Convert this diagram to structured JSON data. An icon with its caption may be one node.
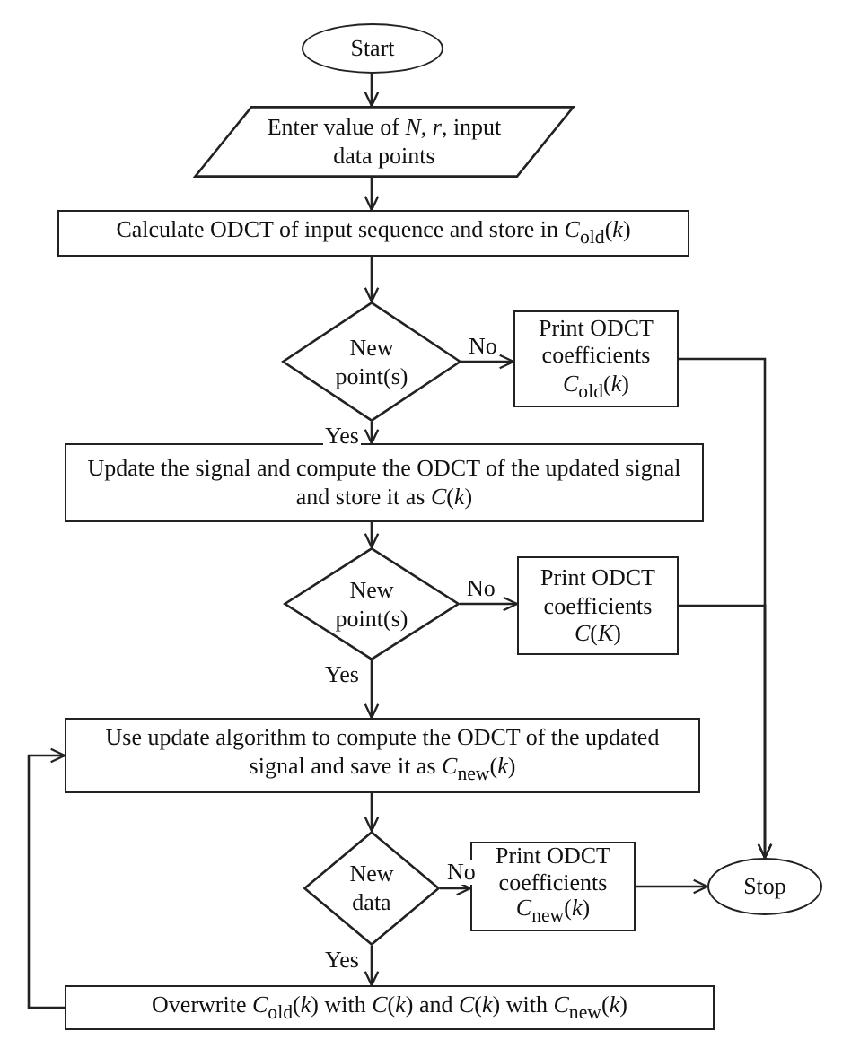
{
  "diagram": {
    "nodes": [
      {
        "text": [
          "Start"
        ]
      },
      {
        "text": [
          "Enter value of *N*, *r*, input data points"
        ]
      },
      {
        "text": [
          "Calculate ODCT of input sequence and store in *C*$_{old}$(*k*)"
        ]
      },
      {
        "text": [
          "New point(s)"
        ]
      },
      {
        "text": [
          "Print ODCT coefficients *C*$_{old}$(*k*)"
        ]
      },
      {
        "text": [
          "Update the signal and compute the ODCT of the updated signal and store it as *C*(*k*)"
        ]
      },
      {
        "text": [
          "New point(s)"
        ]
      },
      {
        "text": [
          "Print ODCT coefficients *C*(*K*)"
        ]
      },
      {
        "text": [
          "Use update algorithm to compute the ODCT of the updated signal and save it as *C*$_{new}$(*k*)"
        ]
      },
      {
        "text": [
          "New data"
        ]
      },
      {
        "text": [
          "Print ODCT coefficients *C*$_{new}$(*k*)"
        ]
      },
      {
        "text": [
          "Stop"
        ]
      },
      {
        "text": [
          "Overwrite *C*$_{old}$(*k*) with *C*(*k*) and *C*(*k*) with *C*$_{new}$(*k*)"
        ]
      }
    ],
    "edges": [
      {
        "from": 0,
        "to": 1,
        "arrow": "to"
      },
      {
        "from": 1,
        "to": 2,
        "arrow": "to"
      },
      {
        "from": 2,
        "to": 3,
        "arrow": "to"
      },
      {
        "from": 3,
        "to": 4,
        "arrow": "to",
        "label": "No"
      },
      {
        "from": 3,
        "to": 5,
        "arrow": "to",
        "label": "Yes"
      },
      {
        "from": 4,
        "to": 11,
        "arrow": "to"
      },
      {
        "from": 5,
        "to": 6,
        "arrow": "to"
      },
      {
        "from": 6,
        "to": 7,
        "arrow": "to",
        "label": "No"
      },
      {
        "from": 7,
        "to": 11,
        "arrow": "to"
      },
      {
        "from": 6,
        "to": 8,
        "arrow": "to",
        "label": "Yes"
      },
      {
        "from": 8,
        "to": 9,
        "arrow": "to"
      },
      {
        "from": 9,
        "to": 10,
        "arrow": "to",
        "label": "No"
      },
      {
        "from": 10,
        "to": 11,
        "arrow": "to"
      },
      {
        "from": 9,
        "to": 12,
        "arrow": "to",
        "label": "Yes"
      },
      {
        "from": 12,
        "to": 8,
        "arrow": "to"
      }
    ]
  }
}
